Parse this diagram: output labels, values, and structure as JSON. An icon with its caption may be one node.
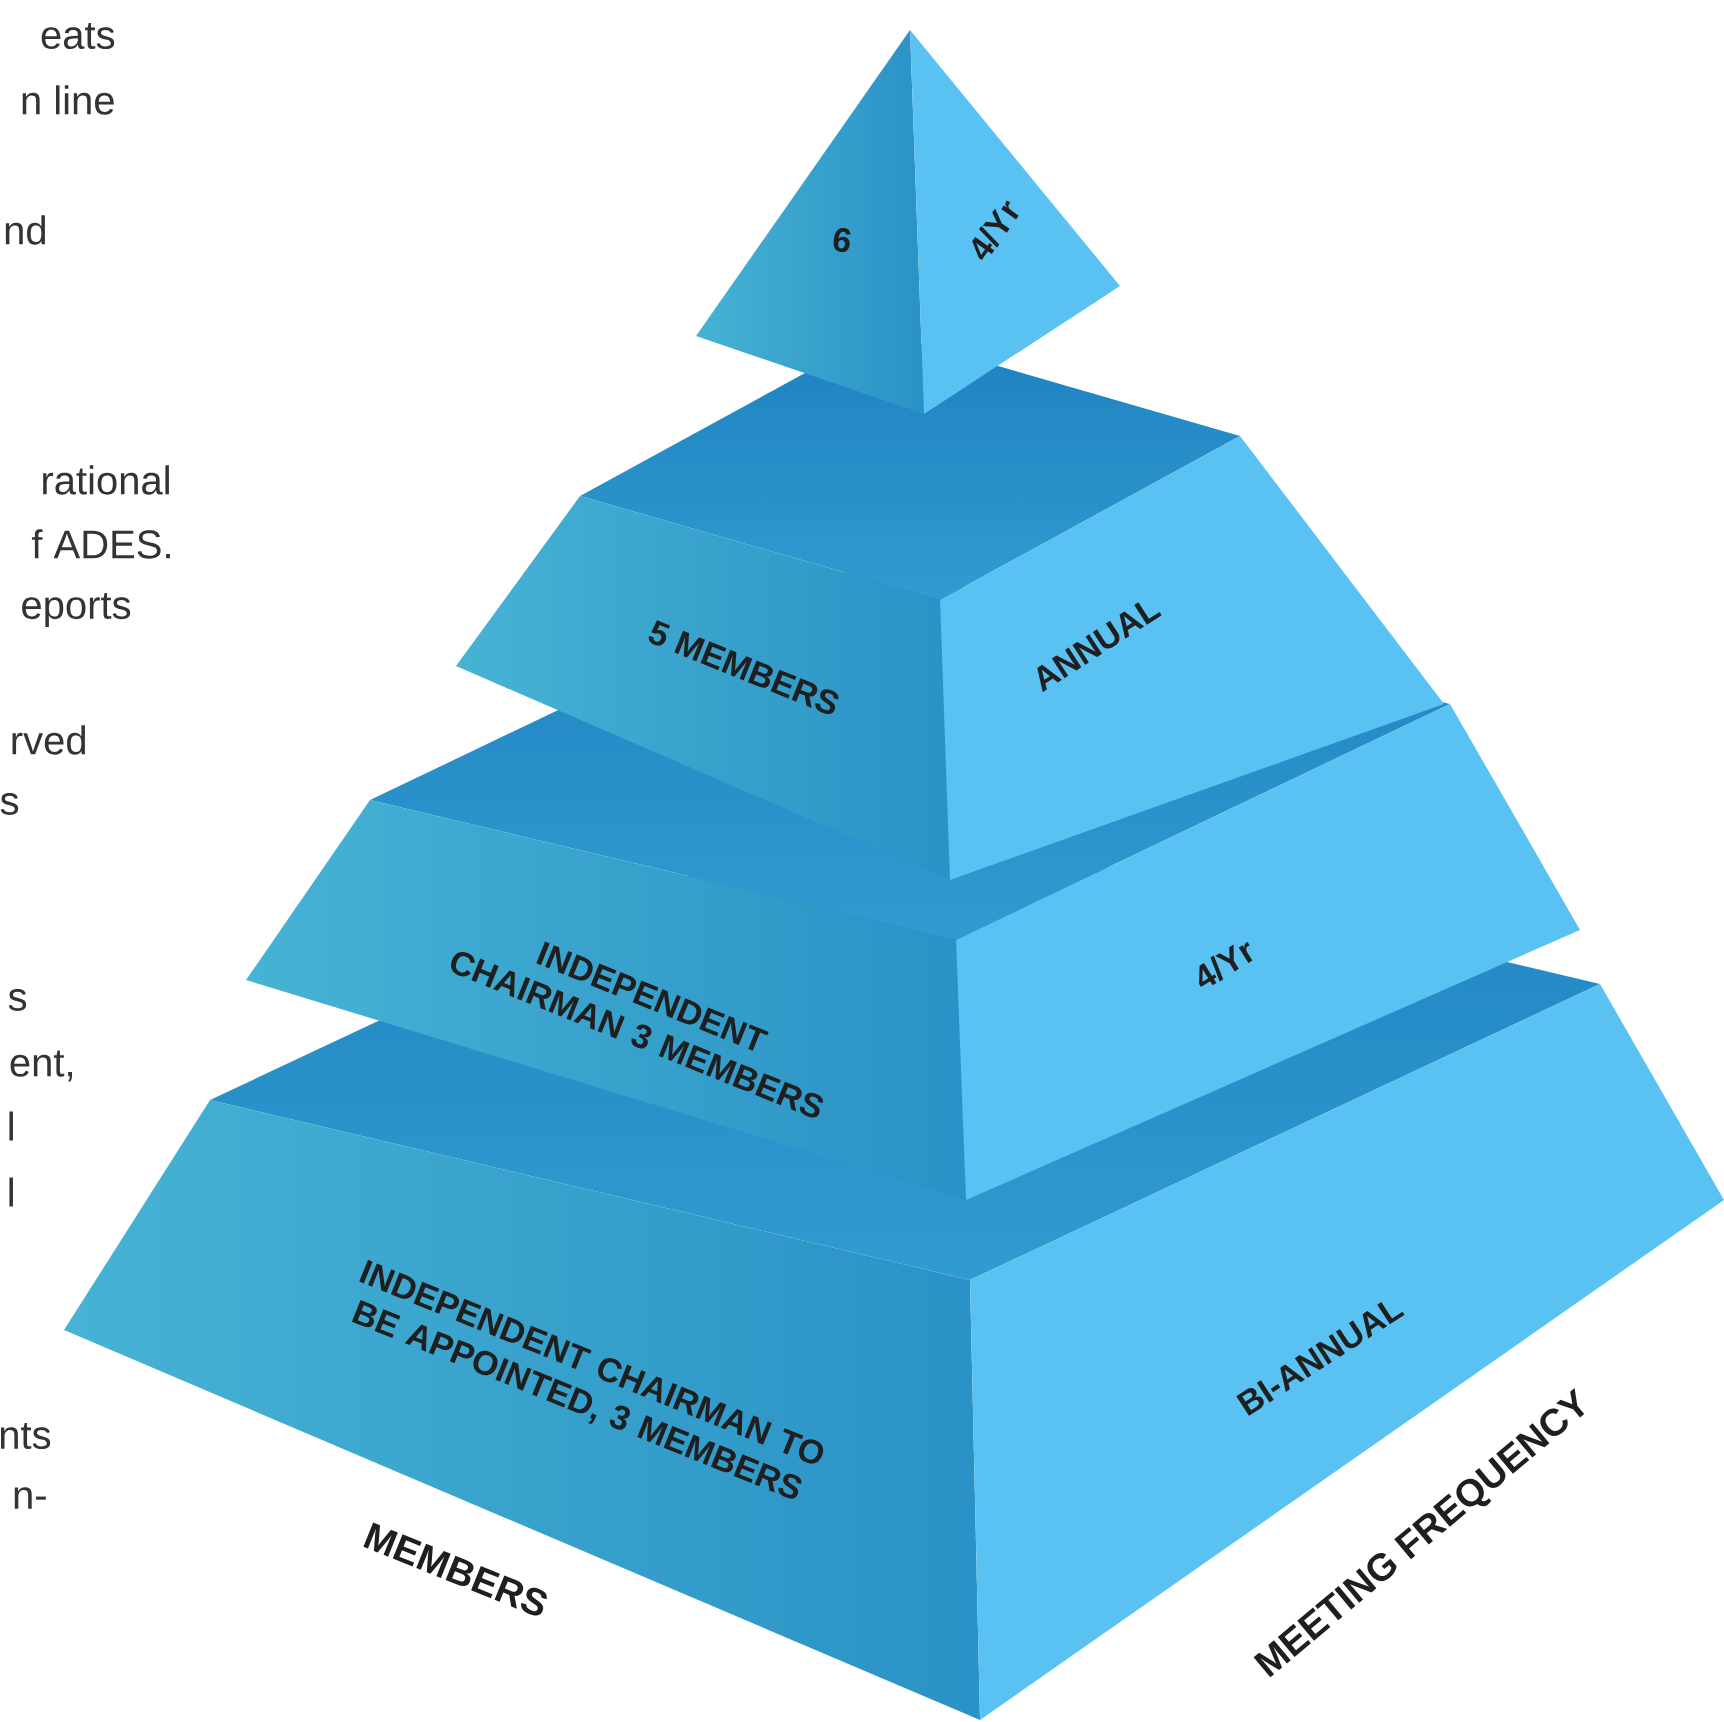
{
  "diagram": {
    "nodes": [
      {
        "text": [
          "6"
        ]
      },
      {
        "text": [
          "4/Yr"
        ]
      },
      {
        "text": [
          "5 MEMBERS"
        ]
      },
      {
        "text": [
          "ANNUAL"
        ]
      },
      {
        "text": [
          "INDEPENDENT CHAIRMAN 3 MEMBERS"
        ]
      },
      {
        "text": [
          "4/Yr"
        ]
      },
      {
        "text": [
          "INDEPENDENT CHAIRMAN TO BE APPOINTED, 3 MEMBERS"
        ]
      },
      {
        "text": [
          "BI-ANNUAL"
        ]
      }
    ],
    "edges": [],
    "labels": [
      "eats",
      "n line",
      "nd",
      "rational",
      "f ADES.",
      "eports",
      "rved",
      "s",
      "s",
      "ent,",
      "l",
      "l",
      "nts",
      "n-",
      "MEMBERS",
      "MEETING FREQUENCY"
    ]
  }
}
